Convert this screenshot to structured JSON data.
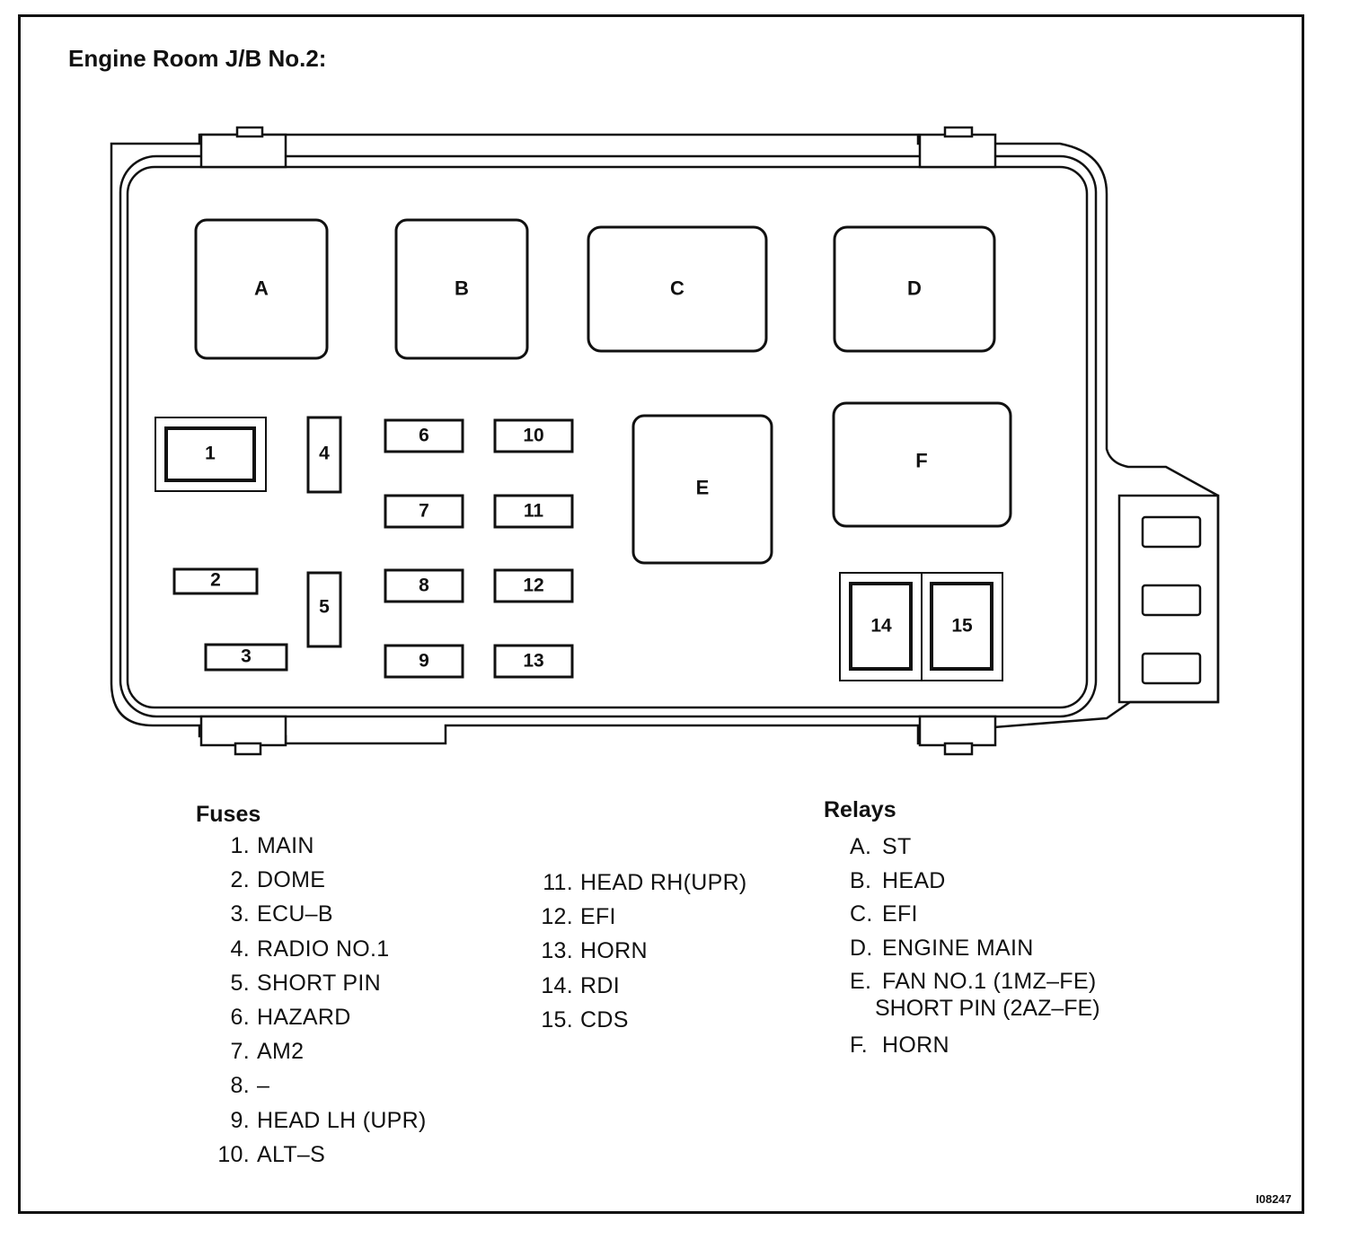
{
  "title": "Engine Room J/B No.2:",
  "relays_in_box": [
    {
      "id": "A"
    },
    {
      "id": "B"
    },
    {
      "id": "C"
    },
    {
      "id": "D"
    },
    {
      "id": "E"
    },
    {
      "id": "F"
    }
  ],
  "fuses_in_box": [
    "1",
    "2",
    "3",
    "4",
    "5",
    "6",
    "7",
    "8",
    "9",
    "10",
    "11",
    "12",
    "13",
    "14",
    "15"
  ],
  "legend": {
    "fuses_heading": "Fuses",
    "relays_heading": "Relays",
    "fuses_col1": [
      {
        "num": "1.",
        "name": "MAIN"
      },
      {
        "num": "2.",
        "name": "DOME"
      },
      {
        "num": "3.",
        "name": "ECU–B"
      },
      {
        "num": "4.",
        "name": "RADIO NO.1"
      },
      {
        "num": "5.",
        "name": "SHORT PIN"
      },
      {
        "num": "6.",
        "name": "HAZARD"
      },
      {
        "num": "7.",
        "name": "AM2"
      },
      {
        "num": "8.",
        "name": "–"
      },
      {
        "num": "9.",
        "name": "HEAD LH (UPR)"
      },
      {
        "num": "10.",
        "name": "ALT–S"
      }
    ],
    "fuses_col2": [
      {
        "num": "11.",
        "name": "HEAD RH(UPR)"
      },
      {
        "num": "12.",
        "name": "EFI"
      },
      {
        "num": "13.",
        "name": "HORN"
      },
      {
        "num": "14.",
        "name": "RDI"
      },
      {
        "num": "15.",
        "name": "CDS"
      }
    ],
    "relays": [
      {
        "num": "A.",
        "name": "ST"
      },
      {
        "num": "B.",
        "name": "HEAD"
      },
      {
        "num": "C.",
        "name": "EFI"
      },
      {
        "num": "D.",
        "name": "ENGINE MAIN"
      },
      {
        "num": "E.",
        "name": "FAN NO.1 (1MZ–FE)",
        "sub": "SHORT PIN (2AZ–FE)"
      },
      {
        "num": "F.",
        "name": "HORN"
      }
    ]
  },
  "figure_code": "I08247"
}
